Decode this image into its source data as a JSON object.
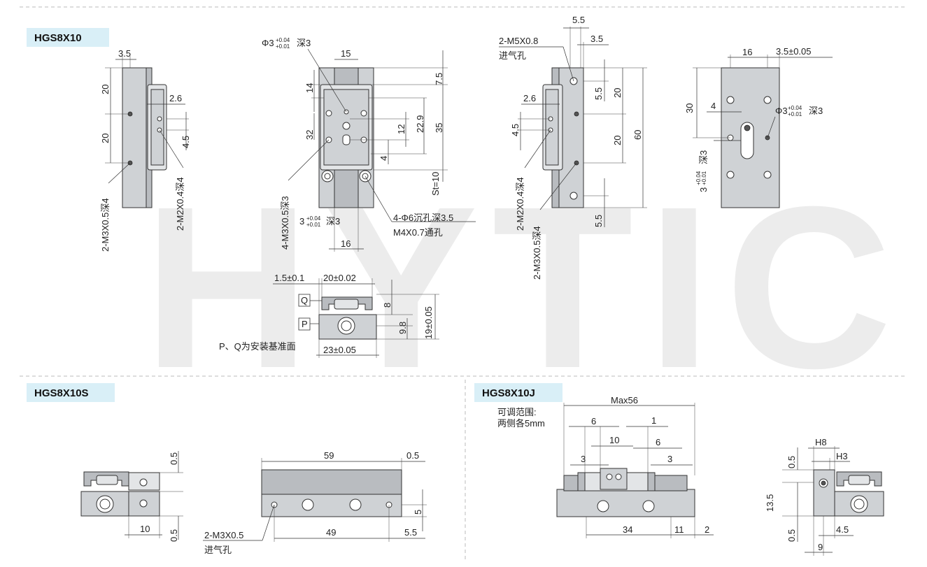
{
  "watermark": "HYTIC",
  "sections": {
    "hgs8x10": {
      "title": "HGS8X10"
    },
    "hgs8x10s": {
      "title": "HGS8X10S"
    },
    "hgs8x10j": {
      "title": "HGS8X10J"
    }
  },
  "view1": {
    "d_3_5": "3.5",
    "d_20a": "20",
    "d_20b": "20",
    "d_2_6": "2.6",
    "d_4_5": "4.5",
    "m2": "2-M2X0.4深4",
    "m3": "2-M3X0.5深4"
  },
  "view2": {
    "phi3_label": "Φ3",
    "phi3_tol_up": "+0.04",
    "phi3_tol_dn": "+0.01",
    "phi3_depth": "深3",
    "d_15": "15",
    "d_7_5": "7.5",
    "d_14": "14",
    "d_22_9": "22.9",
    "d_35": "35",
    "d_12": "12",
    "d_32": "32",
    "d_4": "4",
    "st": "St=10",
    "d_16": "16",
    "m3": "4-M3X0.5深3",
    "hole3_label": "3",
    "hole3_tol_up": "+0.04",
    "hole3_tol_dn": "+0.01",
    "hole3_depth": "深3",
    "cb1": "4-Φ6沉孔深3.5",
    "cb2": "M4X0.7通孔"
  },
  "view3": {
    "d_5_5": "5.5",
    "m5": "2-M5X0.8",
    "air": "进气孔",
    "d_3_5": "3.5",
    "d_5_5b": "5.5",
    "d_20a": "20",
    "d_2_6": "2.6",
    "d_4_5": "4.5",
    "d_20b": "20",
    "d_60": "60",
    "d_5_5c": "5.5",
    "m2": "2-M2X0.4深4",
    "m3": "2-M3X0.5深4"
  },
  "view4": {
    "d_16": "16",
    "d_3_5": "3.5±0.05",
    "d_30": "30",
    "d_4": "4",
    "phi3_label": "Φ3",
    "phi3_tol_up": "+0.04",
    "phi3_tol_dn": "+0.01",
    "phi3_depth": "深3",
    "slot_label": "3",
    "slot_tol_up": "+0.04",
    "slot_tol_dn": "+0.01",
    "slot_depth": "深3"
  },
  "view5": {
    "d_1_5": "1.5±0.1",
    "d_20": "20±0.02",
    "q": "Q",
    "p": "P",
    "d_8": "8",
    "d_19": "19±0.05",
    "d_9_8": "9.8",
    "note": "P、Q为安装基准面",
    "d_23": "23±0.05"
  },
  "s_view1": {
    "d_0_5a": "0.5",
    "d_0_5b": "0.5",
    "d_10": "10"
  },
  "s_view2": {
    "d_59": "59",
    "d_0_5": "0.5",
    "d_5": "5",
    "d_5_5": "5.5",
    "d_49": "49",
    "m3": "2-M3X0.5",
    "air": "进气孔"
  },
  "j_view1": {
    "adj1": "可调范围:",
    "adj2": "两侧各5mm",
    "max": "Max56",
    "d_6a": "6",
    "d_1": "1",
    "d_10": "10",
    "d_6b": "6",
    "d_3a": "3",
    "d_3b": "3",
    "d_34": "34",
    "d_11": "11",
    "d_2": "2"
  },
  "j_view2": {
    "h8": "H8",
    "h3": "H3",
    "d_0_5a": "0.5",
    "d_13_5": "13.5",
    "d_0_5b": "0.5",
    "d_4_5": "4.5",
    "d_9": "9"
  }
}
